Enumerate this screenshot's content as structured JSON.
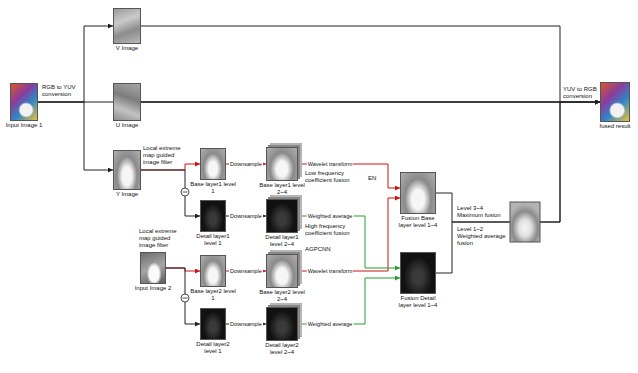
{
  "diagram": {
    "nodes": [
      {
        "text": [
          "Input Image 1"
        ]
      },
      {
        "text": [
          "V Image"
        ]
      },
      {
        "text": [
          "U Image"
        ]
      },
      {
        "text": [
          "Y Image"
        ]
      },
      {
        "text": [
          "Base layer1 level 1"
        ]
      },
      {
        "text": [
          "Base layer1 level 2~4"
        ]
      },
      {
        "text": [
          "Detail layer1 level 1"
        ]
      },
      {
        "text": [
          "Detail layer1 level 2~4"
        ]
      },
      {
        "text": [
          "Input Image 2"
        ]
      },
      {
        "text": [
          "Base layer2 level 1"
        ]
      },
      {
        "text": [
          "Base layer2 level 2~4"
        ]
      },
      {
        "text": [
          "Detail layer2 level 1"
        ]
      },
      {
        "text": [
          "Detail layer2 level 2~4"
        ]
      },
      {
        "text": [
          "Fusion Base layer level 1~4"
        ]
      },
      {
        "text": [
          "Fusion Detail layer level 1~4"
        ]
      },
      {
        "text": [
          "fused result"
        ]
      }
    ],
    "edges": [
      {
        "from": 0,
        "to": 1,
        "arrow": "to"
      },
      {
        "from": 0,
        "to": 2,
        "arrow": "to"
      },
      {
        "from": 0,
        "to": 3,
        "arrow": "to"
      },
      {
        "from": 1,
        "to": 15,
        "arrow": "to"
      },
      {
        "from": 2,
        "to": 15,
        "arrow": "to"
      },
      {
        "from": 3,
        "to": 4,
        "arrow": "to"
      },
      {
        "from": 3,
        "to": 6,
        "arrow": "to"
      },
      {
        "from": 4,
        "to": 5,
        "label": "Downsample",
        "arrow": "to"
      },
      {
        "from": 6,
        "to": 7,
        "label": "Downsample",
        "arrow": "to"
      },
      {
        "from": 8,
        "to": 9,
        "arrow": "to"
      },
      {
        "from": 8,
        "to": 11,
        "arrow": "to"
      },
      {
        "from": 9,
        "to": 10,
        "label": "Downsample",
        "arrow": "to"
      },
      {
        "from": 11,
        "to": 12,
        "label": "Downsample",
        "arrow": "to"
      },
      {
        "from": 5,
        "to": 13,
        "label": "Wavelet transform",
        "arrow": "to"
      },
      {
        "from": 10,
        "to": 13,
        "label": "Wavelet transform",
        "arrow": "to"
      },
      {
        "from": 7,
        "to": 14,
        "label": "Weighted average",
        "arrow": "to"
      },
      {
        "from": 12,
        "to": 14,
        "label": "Weighted average",
        "arrow": "to"
      },
      {
        "from": 13,
        "to": 15,
        "arrow": "to"
      },
      {
        "from": 14,
        "to": 15,
        "arrow": "to"
      }
    ],
    "labels": [
      "RGB to YUV conversion",
      "Local extreme map guided image filter",
      "Local extreme map guided image filter",
      "Low frequency coefficient fusion",
      "EN",
      "High frequency coefficient fusion",
      "AGPCNN",
      "Level 3~4 Maximum fusion",
      "Level 1~2 Weighted average fusion",
      "YUV to RGB conversion"
    ]
  }
}
